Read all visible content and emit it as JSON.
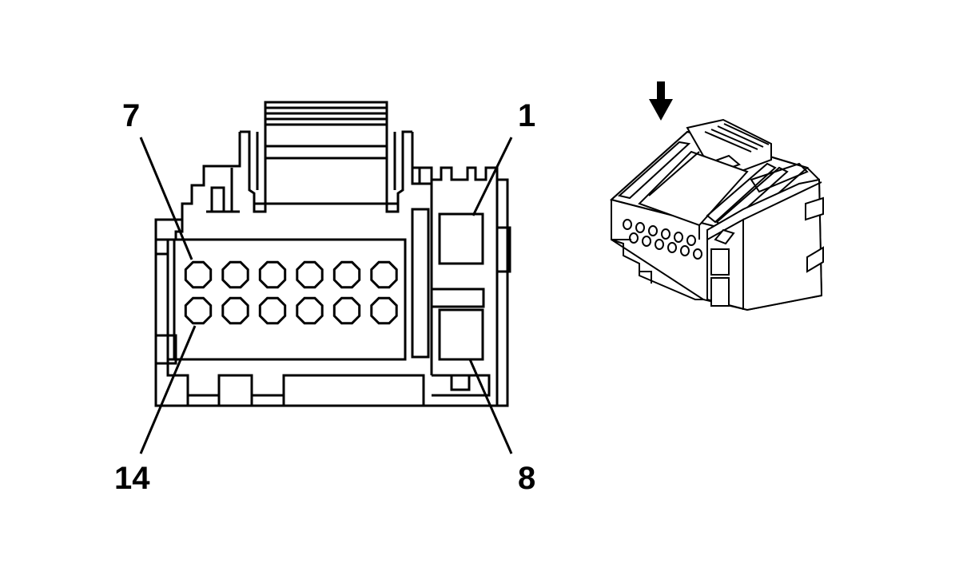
{
  "pin_labels": {
    "top_left": "7",
    "top_right": "1",
    "bottom_left": "14",
    "bottom_right": "8"
  },
  "cavity_rows": 2,
  "cavities_per_row": 6,
  "accent_color": "#000000"
}
